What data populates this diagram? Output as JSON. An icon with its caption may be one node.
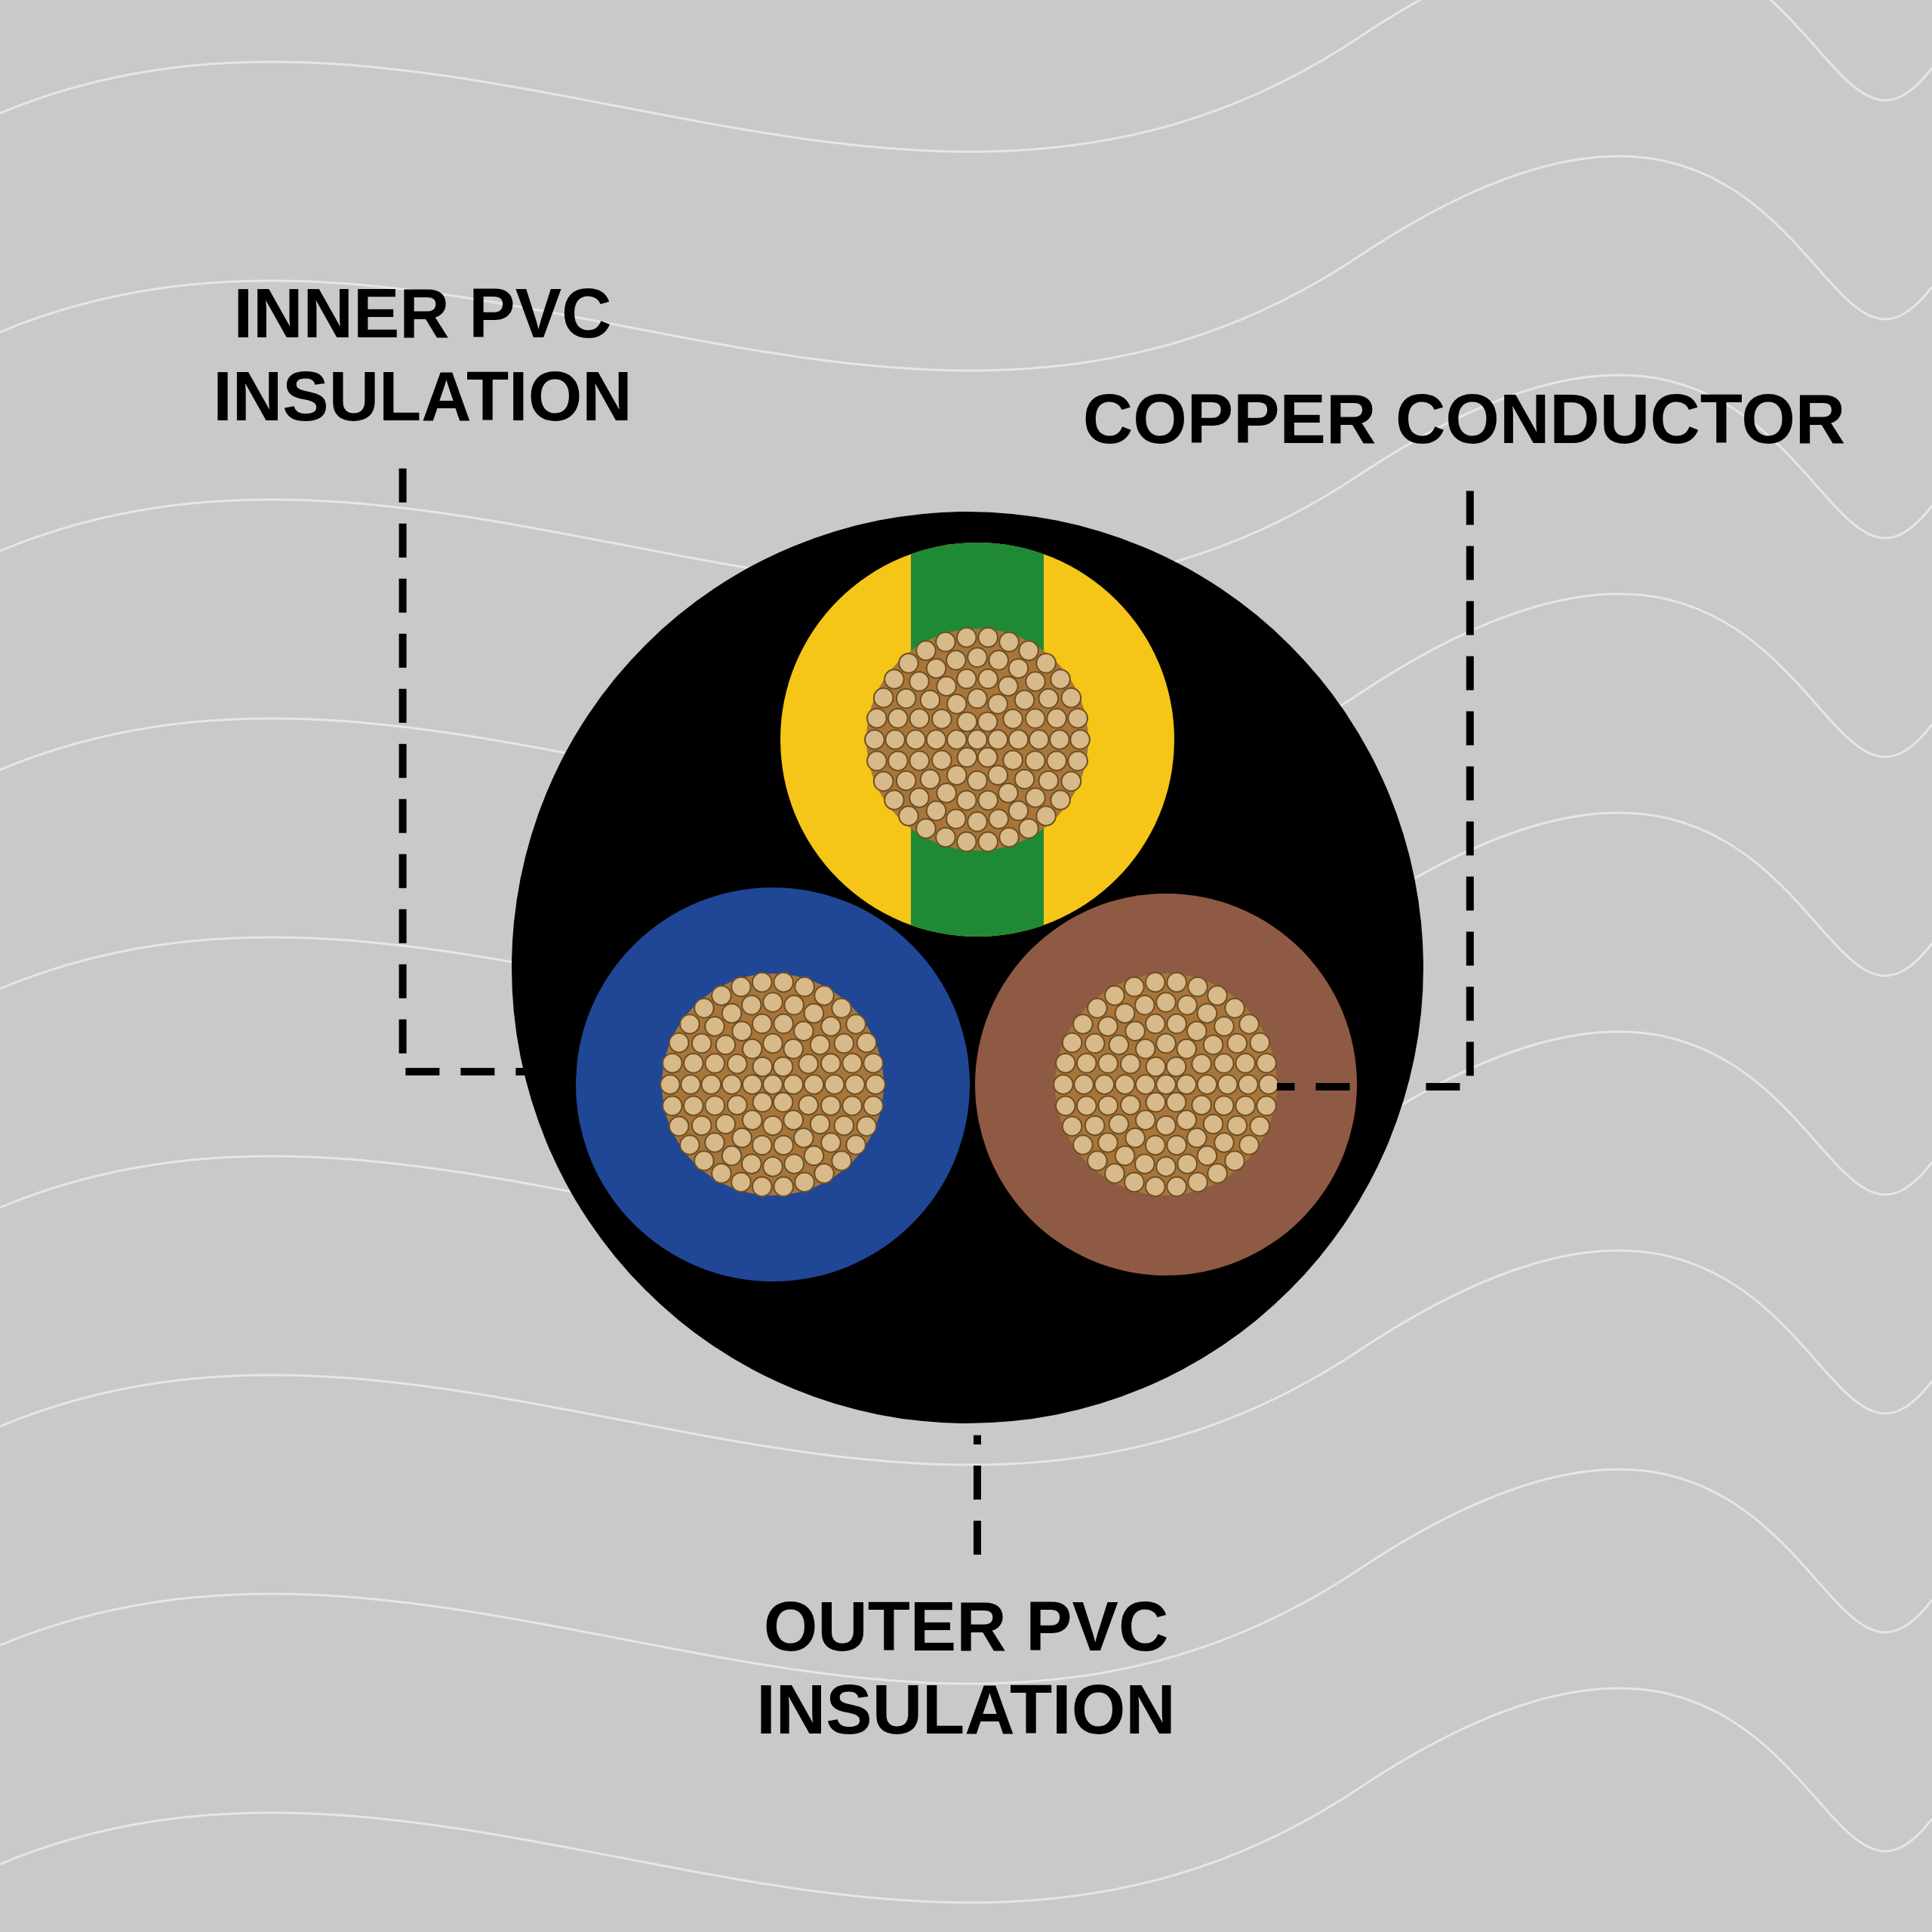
{
  "diagram": {
    "nodes": [
      {
        "text": [
          "INNER PVC INSULATION"
        ]
      },
      {
        "text": [
          "COPPER CONDUCTOR"
        ]
      },
      {
        "text": [],
        "shape": "circle"
      },
      {
        "text": [],
        "shape": "circle",
        "in": 2
      },
      {
        "text": [],
        "shape": "circle",
        "in": 2
      },
      {
        "text": [
          "OUTER PVC INSULATION"
        ]
      }
    ],
    "edges": [
      {
        "from": 0,
        "to": 3,
        "arrow": "none",
        "style": "dashed"
      },
      {
        "from": 1,
        "to": 4,
        "arrow": "none",
        "style": "dashed"
      },
      {
        "from": 5,
        "to": 2,
        "arrow": "none",
        "style": "dashed"
      }
    ]
  }
}
